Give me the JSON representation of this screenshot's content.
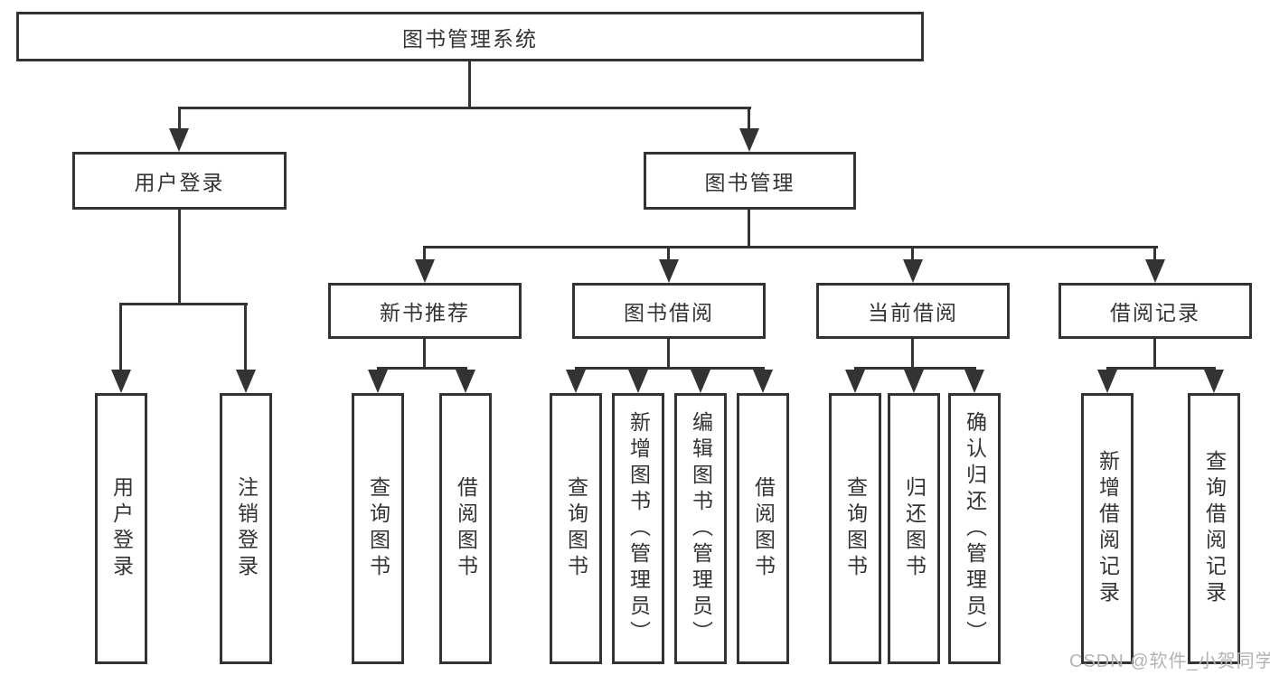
{
  "diagram": {
    "root": {
      "label": "图书管理系统"
    },
    "level2": [
      {
        "label": "用户登录"
      },
      {
        "label": "图书管理"
      }
    ],
    "level3": [
      {
        "label": "新书推荐"
      },
      {
        "label": "图书借阅"
      },
      {
        "label": "当前借阅"
      },
      {
        "label": "借阅记录"
      }
    ],
    "leaves": [
      {
        "label": "用户登录"
      },
      {
        "label": "注销登录"
      },
      {
        "label": "查询图书"
      },
      {
        "label": "借阅图书"
      },
      {
        "label": "查询图书"
      },
      {
        "label": "新增图书（管理员）"
      },
      {
        "label": "编辑图书（管理员）"
      },
      {
        "label": "借阅图书"
      },
      {
        "label": "查询图书"
      },
      {
        "label": "归还图书"
      },
      {
        "label": "确认归还（管理员）"
      },
      {
        "label": "新增借阅记录"
      },
      {
        "label": "查询借阅记录"
      }
    ]
  },
  "watermark": {
    "text": "CSDN @软件_小贺同学"
  },
  "colors": {
    "line": "#333333",
    "text": "#333333",
    "watermark": "#b3b3b3",
    "background": "#ffffff"
  }
}
